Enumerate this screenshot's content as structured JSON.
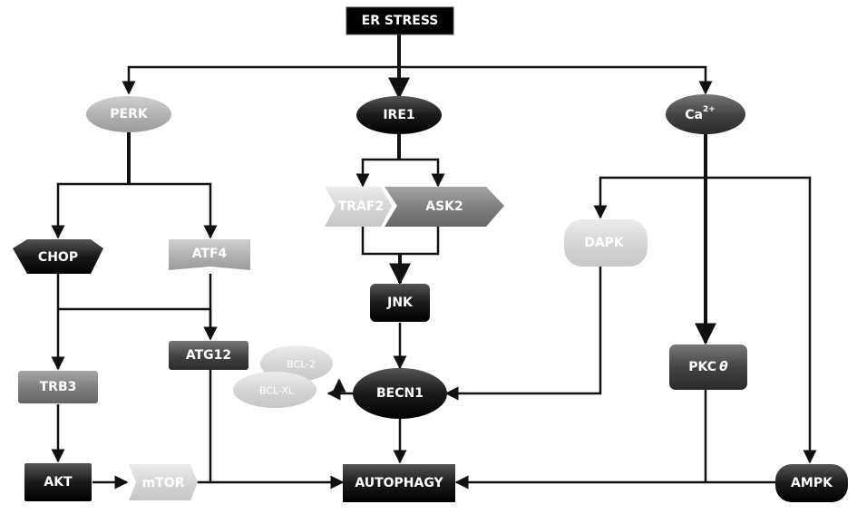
{
  "nodes": {
    "er_stress": "ER STRESS",
    "perk": "PERK",
    "ire1": "IRE1",
    "ca": "Ca",
    "ca_sup": "2+",
    "chop": "CHOP",
    "atf4": "ATF4",
    "traf2": "TRAF2",
    "ask2": "ASK2",
    "jnk": "JNK",
    "dapk": "DAPK",
    "atg12": "ATG12",
    "bcl2": "BCL-2",
    "bclxl": "BCL-XL",
    "becn1": "BECN1",
    "pkc": "PKC",
    "pkc_theta": "θ",
    "trb3": "TRB3",
    "akt": "AKT",
    "mtor": "mTOR",
    "autophagy": "AUTOPHAGY",
    "ampk": "AMPK"
  },
  "colors": {
    "black": "#1a1a1a",
    "dark": "#444444",
    "mid": "#7f7f7f",
    "light": "#b3b3b3",
    "pale": "#d6d6d6",
    "edge": "#111111"
  }
}
